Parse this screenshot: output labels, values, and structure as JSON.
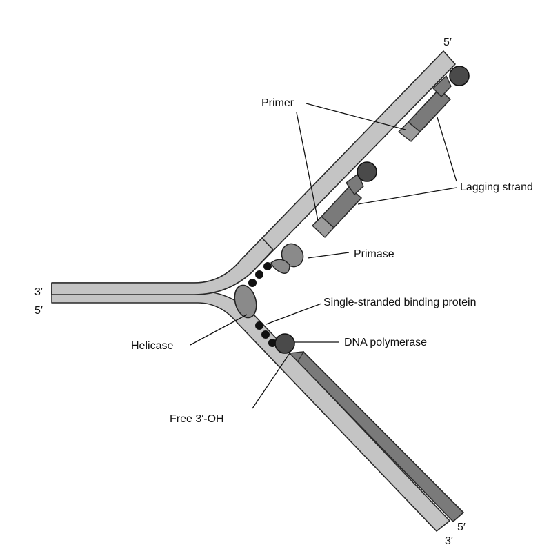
{
  "colors": {
    "strand": "#c4c4c4",
    "strand_edge": "#2a2a2a",
    "new_strand": "#7a7a7a",
    "primer": "#9c9c9c",
    "protein_dark": "#4a4a4a",
    "helicase": "#8a8a8a",
    "primase": "#8a8a8a",
    "ssb": "#111111"
  },
  "ends": {
    "left_top": "3′",
    "left_bottom": "5′",
    "upper_right": "5′",
    "lower_right_new": "5′",
    "lower_right_template": "3′"
  },
  "labels": {
    "primer": "Primer",
    "lagging_strand": "Lagging strand",
    "primase": "Primase",
    "ssb": "Single-stranded binding protein",
    "helicase": "Helicase",
    "dna_polymerase": "DNA polymerase",
    "free_oh": "Free 3′-OH"
  }
}
